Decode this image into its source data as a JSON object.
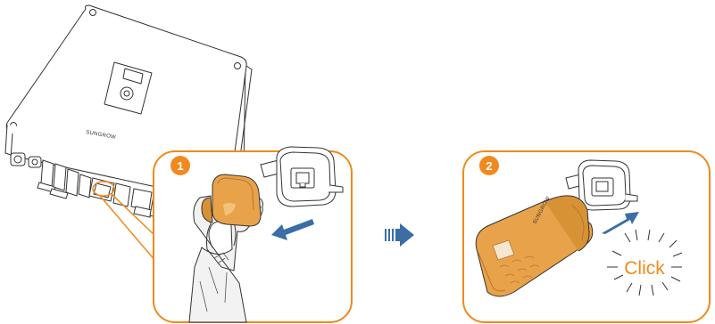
{
  "colors": {
    "accent_orange": "#f08a1e",
    "connector_orange": "#e8a34a",
    "arrow_blue": "#3a6ea5",
    "line": "#333333"
  },
  "brand": "SUNGROW",
  "steps": [
    {
      "number": "1"
    },
    {
      "number": "2"
    }
  ],
  "click_text": "Click",
  "icons": [
    "inverter",
    "connector-socket",
    "hand-icon",
    "push-arrow-icon",
    "transition-arrow-icon",
    "dongle-icon"
  ]
}
